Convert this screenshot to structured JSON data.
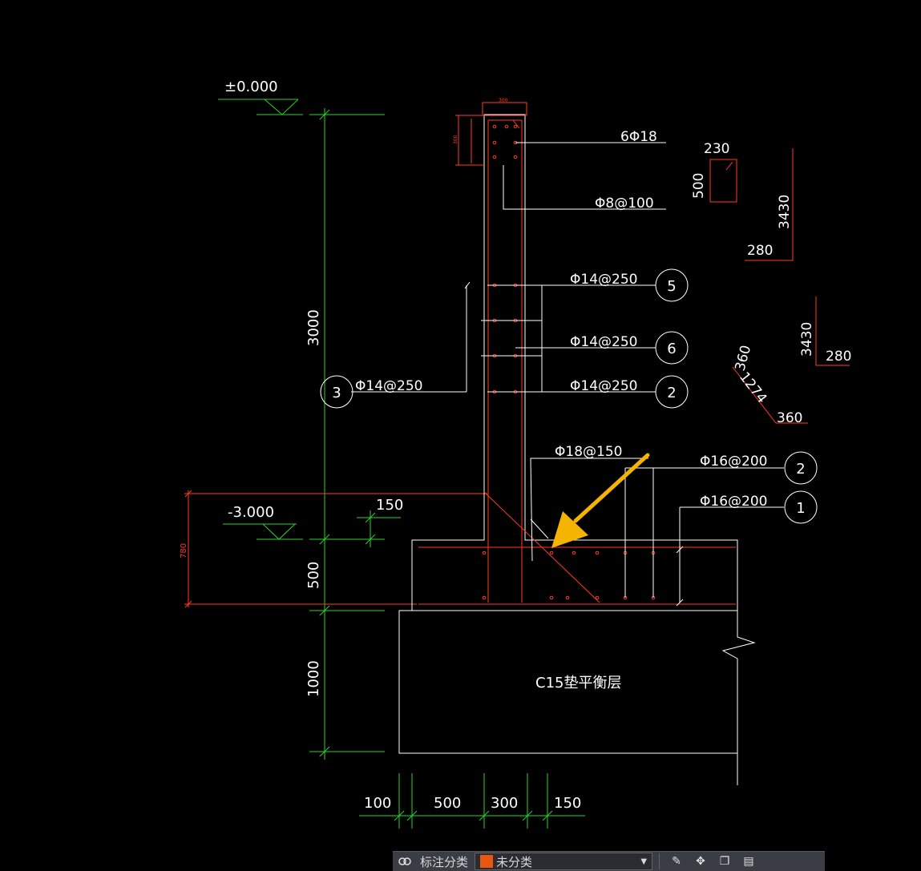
{
  "drawing": {
    "elev_top": "±0.000",
    "elev_bottom": "-3.000",
    "dims_left": {
      "wall": "3000",
      "base": "500",
      "cushion": "1000",
      "red_total": "780"
    },
    "dims_bottom": [
      "100",
      "500",
      "300",
      "150"
    ],
    "dim_150": "150",
    "wall_top_width": "300",
    "cap_height": "300",
    "cushion_label": "C15垫平衡层",
    "rebar": {
      "main": "6Φ18",
      "stirrup": "Φ8@100",
      "r5": "Φ14@250",
      "r6": "Φ14@250",
      "r2w": "Φ14@250",
      "r3": "Φ14@250",
      "diag": "Φ18@150",
      "b2": "Φ16@200",
      "b1": "Φ16@200"
    },
    "circles": {
      "c5": "5",
      "c6": "6",
      "c2w": "2",
      "c3": "3",
      "c2b": "2",
      "c1": "1"
    },
    "detail_col": {
      "w": "230",
      "h": "500"
    },
    "detail_bar1": {
      "len": "3430",
      "hook": "280"
    },
    "detail_bar2": {
      "len": "3430",
      "hook": "280"
    },
    "detail_bent": {
      "a": "360",
      "mid": "1274",
      "b": "360"
    },
    "colors": {
      "outline": "#ffffff",
      "rebar": "#ff3b1f",
      "dimension": "#2ed12e",
      "arrow": "#f5b400"
    }
  },
  "toolbar": {
    "label": "标注分类",
    "select_value": "未分类",
    "swatch_color": "#e8560f",
    "icons": [
      "link-icon",
      "edit-icon",
      "move-icon",
      "copy-icon",
      "paste-icon"
    ]
  }
}
